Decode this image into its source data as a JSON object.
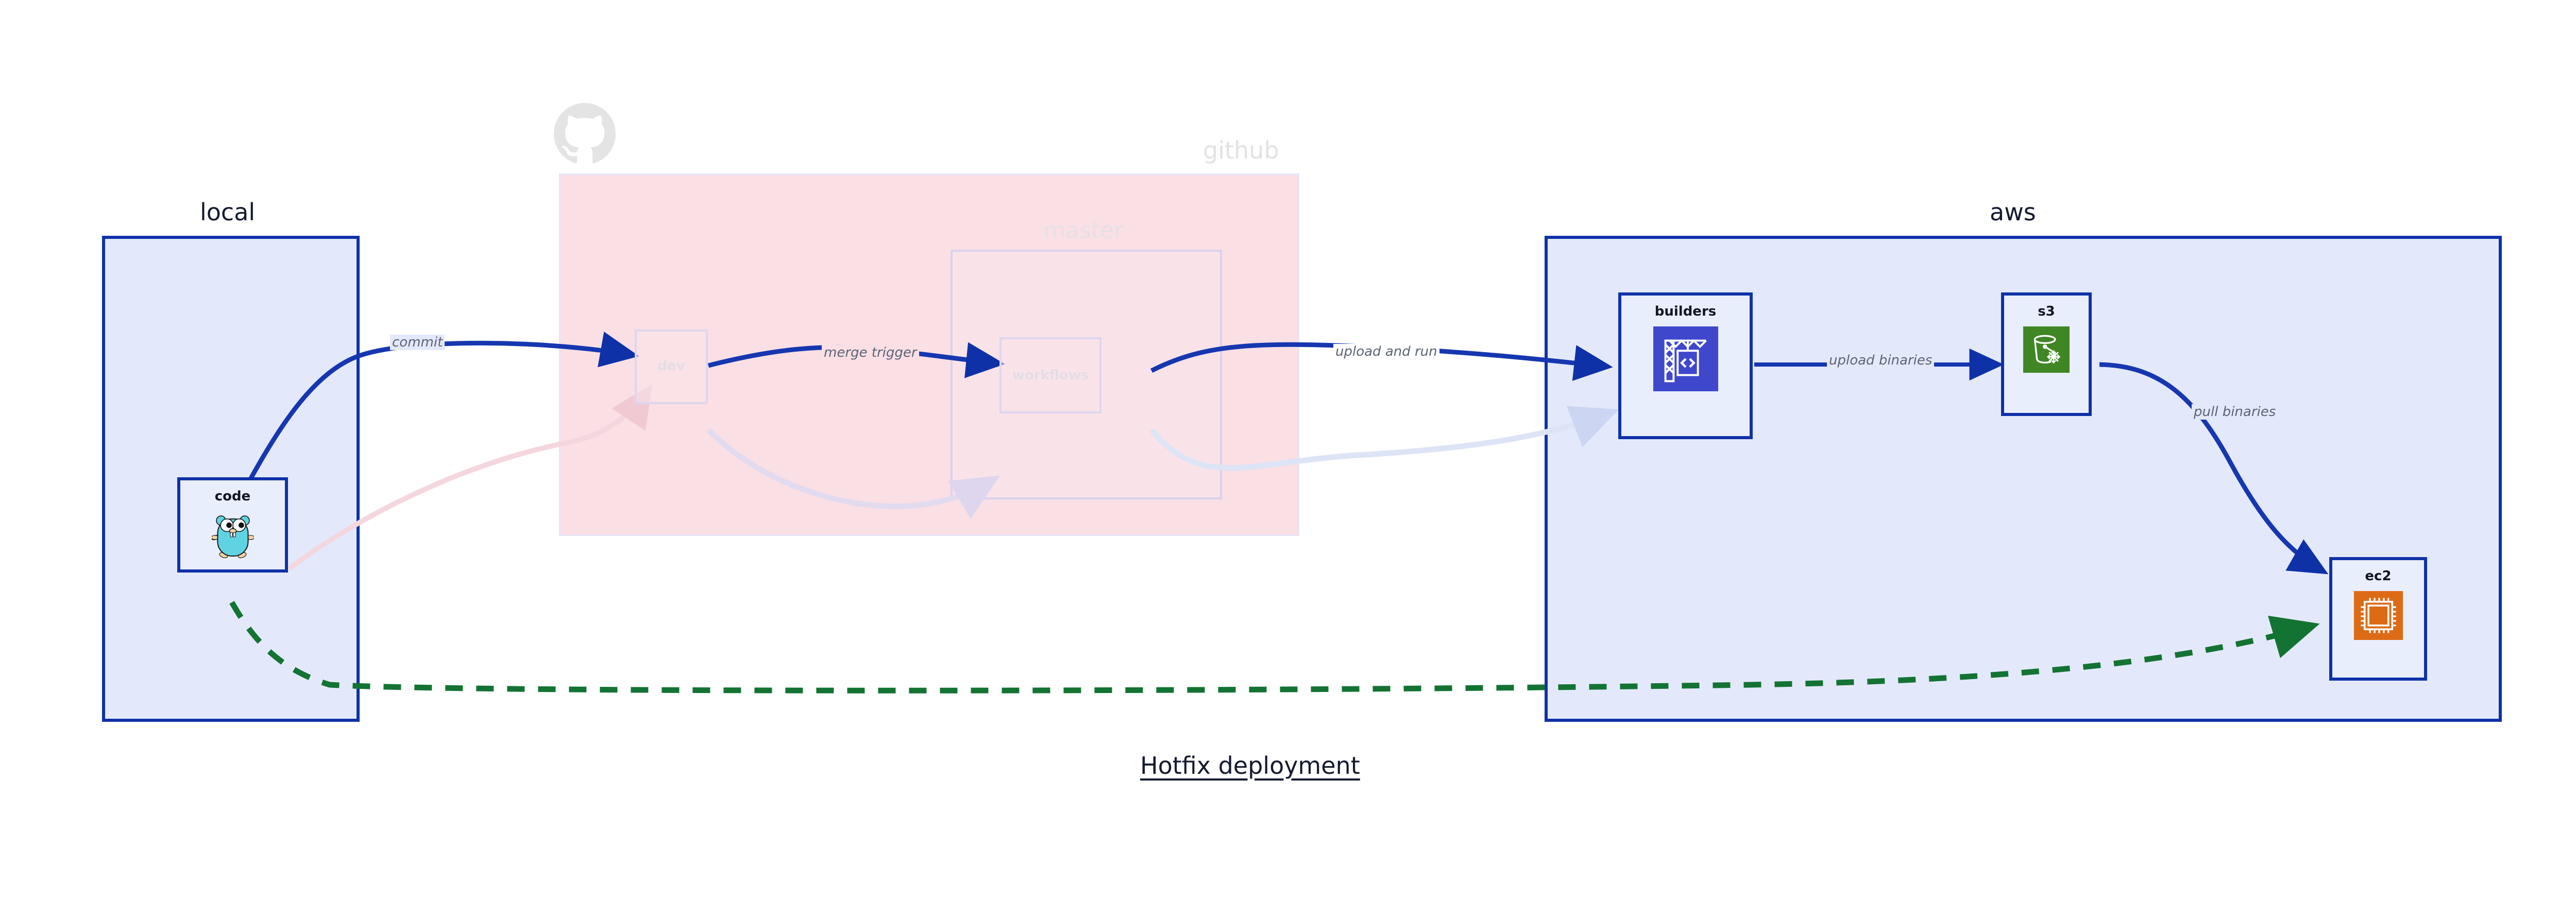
{
  "figure": {
    "title": "Hotfix deployment"
  },
  "clusters": [
    {
      "id": "local",
      "title": "local",
      "accent": "#0f31a8",
      "fill": "#e3e9fb",
      "faded": false
    },
    {
      "id": "github",
      "title": "github",
      "accent": "#e7e3f6",
      "fill": "#fadfe5",
      "faded": true
    },
    {
      "id": "master",
      "title": "master",
      "accent": "#d9d2ee",
      "fill": "#f9e3e9",
      "faded": true
    },
    {
      "id": "aws",
      "title": "aws",
      "accent": "#0f31a8",
      "fill": "#e3e9fb",
      "faded": false
    }
  ],
  "nodes": [
    {
      "id": "code",
      "label": "code",
      "icon": "go-gopher-icon",
      "cluster": "local",
      "faded": false
    },
    {
      "id": "dev",
      "label": "dev",
      "icon": "none",
      "cluster": "github",
      "faded": true
    },
    {
      "id": "workflows",
      "label": "workflows",
      "icon": "none",
      "cluster": "master",
      "faded": true
    },
    {
      "id": "builders",
      "label": "builders",
      "icon": "aws-codebuild-crane-icon",
      "icon_color": "#3f48cc",
      "cluster": "aws",
      "faded": false
    },
    {
      "id": "s3",
      "label": "s3",
      "icon": "aws-s3-glacier-bucket-icon",
      "icon_color": "#3f8624",
      "cluster": "aws",
      "faded": false
    },
    {
      "id": "ec2",
      "label": "ec2",
      "icon": "aws-ec2-cpu-icon",
      "icon_color": "#dd6b16",
      "cluster": "aws",
      "faded": false
    }
  ],
  "edges": [
    {
      "id": "commit",
      "label": "commit",
      "from": "code",
      "to": "dev",
      "color": "#0f31a8",
      "style": "solid",
      "faded": false
    },
    {
      "id": "merge-trigger",
      "label": "merge trigger",
      "from": "dev",
      "to": "workflows",
      "color": "#0f31a8",
      "style": "solid",
      "faded": false
    },
    {
      "id": "upload-and-run",
      "label": "upload and run",
      "from": "workflows",
      "to": "builders",
      "color": "#0f31a8",
      "style": "solid",
      "faded": false
    },
    {
      "id": "upload-binaries",
      "label": "upload binaries",
      "from": "builders",
      "to": "s3",
      "color": "#0f31a8",
      "style": "solid",
      "faded": false
    },
    {
      "id": "pull-binaries",
      "label": "pull binaries",
      "from": "s3",
      "to": "ec2",
      "color": "#0f31a8",
      "style": "solid",
      "faded": false
    },
    {
      "id": "hotfix-direct",
      "label": "",
      "from": "code",
      "to": "ec2",
      "color": "#137333",
      "style": "dashed",
      "faded": false
    },
    {
      "id": "faded-code-dev",
      "label": "",
      "from": "code",
      "to": "dev",
      "color": "#f0c9d3",
      "style": "solid",
      "faded": true
    },
    {
      "id": "faded-dev-wf",
      "label": "",
      "from": "dev",
      "to": "workflows",
      "color": "#ded6ef",
      "style": "solid",
      "faded": true
    },
    {
      "id": "faded-wf-build",
      "label": "",
      "from": "workflows",
      "to": "builders",
      "color": "#dfe3f7",
      "style": "solid",
      "faded": true
    }
  ],
  "logos": [
    {
      "id": "github-logo",
      "name": "github-octocat-icon",
      "color": "#e4e4e4"
    }
  ]
}
